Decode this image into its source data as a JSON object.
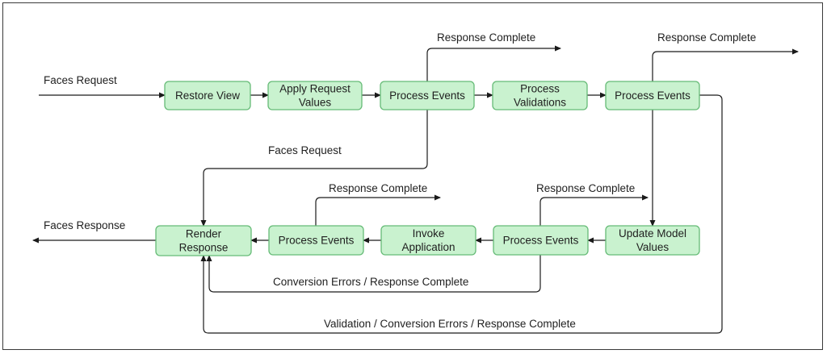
{
  "nodes": {
    "restore_view": [
      "Restore View"
    ],
    "apply_request_values": [
      "Apply Request",
      "Values"
    ],
    "process_events_1": [
      "Process Events"
    ],
    "process_validations": [
      "Process",
      "Validations"
    ],
    "process_events_2": [
      "Process Events"
    ],
    "update_model_values": [
      "Update Model",
      "Values"
    ],
    "process_events_3": [
      "Process Events"
    ],
    "invoke_application": [
      "Invoke",
      "Application"
    ],
    "process_events_4": [
      "Process Events"
    ],
    "render_response": [
      "Render",
      "Response"
    ]
  },
  "labels": {
    "faces_request_in": "Faces Request",
    "response_complete_1": "Response Complete",
    "response_complete_2": "Response Complete",
    "faces_request_loop": "Faces Request",
    "response_complete_3": "Response Complete",
    "response_complete_4": "Response Complete",
    "faces_response": "Faces Response",
    "conversion_errors": "Conversion Errors / Response Complete",
    "validation_errors": "Validation / Conversion Errors / Response Complete"
  },
  "colors": {
    "node_fill": "#c9f2cf",
    "node_border": "#66bb77",
    "line": "#1a1a1a"
  }
}
